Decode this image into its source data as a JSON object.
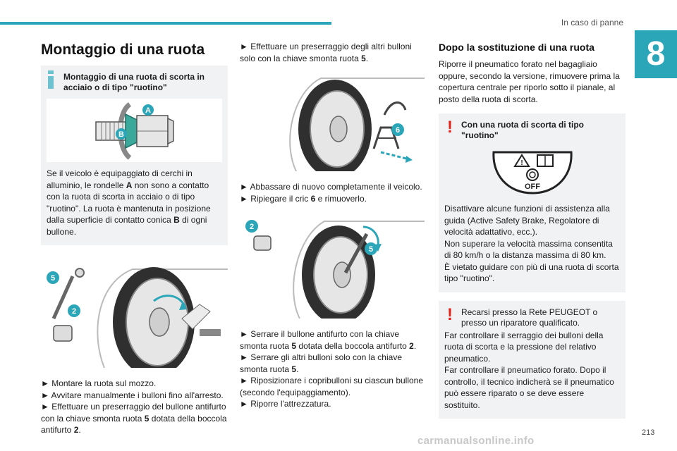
{
  "header": {
    "section": "In caso di panne",
    "chapter": "8",
    "page": "213"
  },
  "watermark": "carmanualsonline.info",
  "col1": {
    "title": "Montaggio di una ruota",
    "info_title": "Montaggio di una ruota di scorta in acciaio o di tipo \"ruotino\"",
    "info_text_1": "Se il veicolo è equipaggiato di cerchi in alluminio, le rondelle ",
    "info_bold_a": "A",
    "info_text_2": " non sono a contatto con la ruota di scorta in acciaio o di tipo \"ruotino\". La ruota è mantenuta in posizione dalla superficie di contatto conica ",
    "info_bold_b": "B",
    "info_text_3": " di ogni bullone.",
    "fig1_label_a": "A",
    "fig1_label_b": "B",
    "fig2_label_5": "5",
    "fig2_label_2": "2",
    "step1": "► Montare la ruota sul mozzo.",
    "step2": "► Avvitare manualmente i bulloni fino all'arresto.",
    "step3_a": "► Effettuare un preserraggio del bullone antifurto con la chiave smonta ruota ",
    "step3_b5": "5",
    "step3_c": " dotata della boccola antifurto ",
    "step3_d2": "2",
    "step3_e": "."
  },
  "col2": {
    "step4_a": "► Effettuare un preserraggio degli altri bulloni solo con la chiave smonta ruota ",
    "step4_b5": "5",
    "step4_c": ".",
    "fig3_label_6": "6",
    "step5": "► Abbassare di nuovo completamente il veicolo.",
    "step6_a": "► Ripiegare il cric ",
    "step6_b6": "6",
    "step6_c": " e rimuoverlo.",
    "fig4_label_2": "2",
    "fig4_label_5": "5",
    "step7_a": "► Serrare il bullone antifurto con la chiave smonta ruota ",
    "step7_b5": "5",
    "step7_c": " dotata della boccola antifurto ",
    "step7_d2": "2",
    "step7_e": ".",
    "step8_a": "► Serrare gli altri bulloni solo con la chiave smonta ruota ",
    "step8_b5": "5",
    "step8_c": ".",
    "step9": "► Riposizionare i copribulloni su ciascun bullone (secondo l'equipaggiamento).",
    "step10": "► Riporre l'attrezzatura."
  },
  "col3": {
    "title": "Dopo la sostituzione di una ruota",
    "intro": "Riporre il pneumatico forato nel bagagliaio oppure, secondo la versione, rimuovere prima la copertura centrale per riporlo sotto il pianale, al posto della ruota di scorta.",
    "warn1_title": "Con una ruota di scorta di tipo \"ruotino\"",
    "sticker_off": "OFF",
    "warn1_text": "Disattivare alcune funzioni di assistenza alla guida (Active Safety Brake, Regolatore di velocità adattativo, ecc.).\nNon superare la velocità massima consentita di 80 km/h o la distanza massima di 80 km.\nÈ vietato guidare con più di una ruota di scorta tipo \"ruotino\".",
    "warn2_title": "Recarsi presso la Rete PEUGEOT o presso un riparatore qualificato.",
    "warn2_text": "Far controllare il serraggio dei bulloni della ruota di scorta e la pressione del relativo pneumatico.\nFar controllare il pneumatico forato. Dopo il controllo, il tecnico indicherà se il pneumatico può essere riparato o se deve essere sostituito."
  },
  "colors": {
    "accent": "#2aa6b8",
    "warning": "#e2231a",
    "box": "#f0f2f4"
  }
}
